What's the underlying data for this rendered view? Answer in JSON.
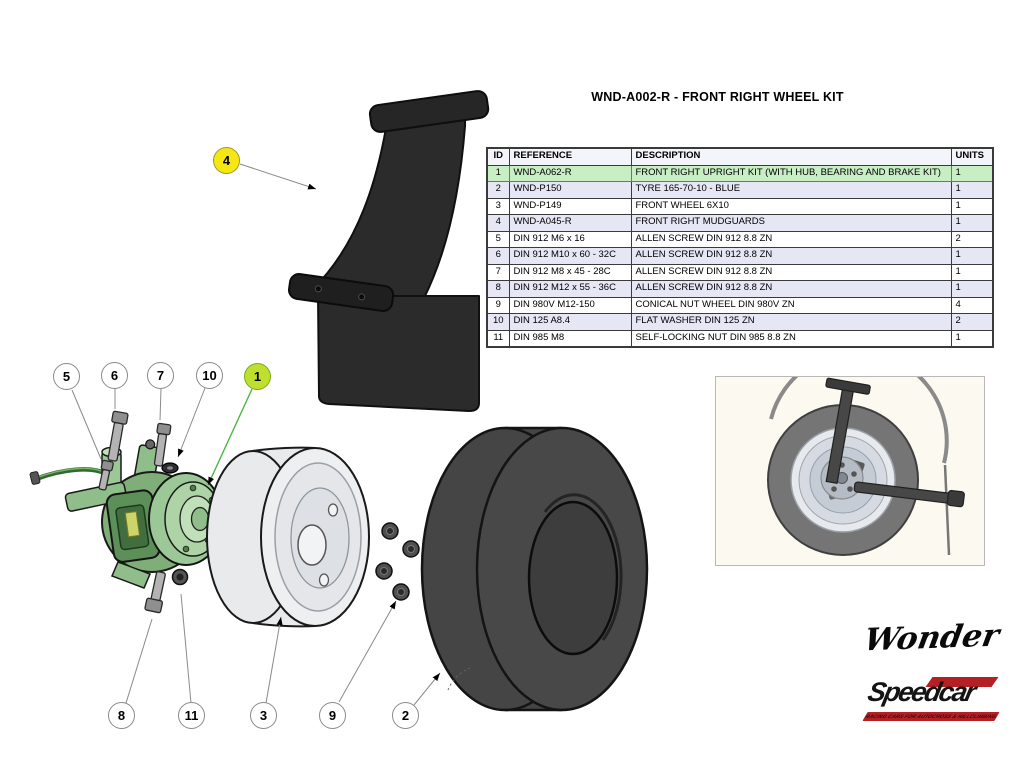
{
  "title": "WND-A002-R - FRONT RIGHT WHEEL KIT",
  "table": {
    "headers": [
      "ID",
      "REFERENCE",
      "DESCRIPTION",
      "UNITS"
    ],
    "rows": [
      {
        "id": "1",
        "reference": "WND-A062-R",
        "description": "FRONT RIGHT UPRIGHT KIT (WITH HUB, BEARING AND BRAKE KIT)",
        "units": "1"
      },
      {
        "id": "2",
        "reference": "WND-P150",
        "description": "TYRE 165-70-10 - BLUE",
        "units": "1"
      },
      {
        "id": "3",
        "reference": "WND-P149",
        "description": "FRONT WHEEL 6X10",
        "units": "1"
      },
      {
        "id": "4",
        "reference": "WND-A045-R",
        "description": "FRONT RIGHT MUDGUARDS",
        "units": "1"
      },
      {
        "id": "5",
        "reference": "DIN 912 M6 x 16",
        "description": "ALLEN SCREW DIN 912 8.8 ZN",
        "units": "2"
      },
      {
        "id": "6",
        "reference": "DIN 912 M10 x 60 - 32C",
        "description": "ALLEN SCREW DIN 912 8.8 ZN",
        "units": "1"
      },
      {
        "id": "7",
        "reference": "DIN 912 M8 x 45 - 28C",
        "description": "ALLEN SCREW DIN 912 8.8 ZN",
        "units": "1"
      },
      {
        "id": "8",
        "reference": "DIN 912 M12 x 55 - 36C",
        "description": "ALLEN SCREW DIN 912 8.8 ZN",
        "units": "1"
      },
      {
        "id": "9",
        "reference": "DIN 980V M12-150",
        "description": "CONICAL NUT WHEEL DIN 980V ZN",
        "units": "4"
      },
      {
        "id": "10",
        "reference": "DIN 125 A8.4",
        "description": "FLAT WASHER DIN 125 ZN",
        "units": "2"
      },
      {
        "id": "11",
        "reference": "DIN 985 M8",
        "description": "SELF-LOCKING NUT DIN 985 8.8 ZN",
        "units": "1"
      }
    ]
  },
  "diagram": {
    "callouts": [
      {
        "number": "4"
      },
      {
        "number": "5"
      },
      {
        "number": "6"
      },
      {
        "number": "7"
      },
      {
        "number": "10"
      },
      {
        "number": "1"
      },
      {
        "number": "8"
      },
      {
        "number": "11"
      },
      {
        "number": "3"
      },
      {
        "number": "9"
      },
      {
        "number": "2"
      }
    ]
  },
  "logos": {
    "wonder": "Wonder",
    "speedcar": "Speedcar",
    "speedcar_tagline": "RACING CARS FOR AUTOCROSS & HILLCLIMBING"
  },
  "colors": {
    "row_highlight": "#c8efc4",
    "row_alt": "#e6e6f5",
    "row_header": "#f4f4fb",
    "table_border": "#3a3a3a",
    "callout_yellow": "#f6e713",
    "callout_green": "#bfdf2e",
    "leader_green": "#4bb543",
    "accent_red": "#b52025",
    "mudguard_black": "#2b2b2b",
    "upright_green": "#8fbe8a",
    "tyre_dark": "#474747",
    "rim_gray": "#e9ebee"
  }
}
